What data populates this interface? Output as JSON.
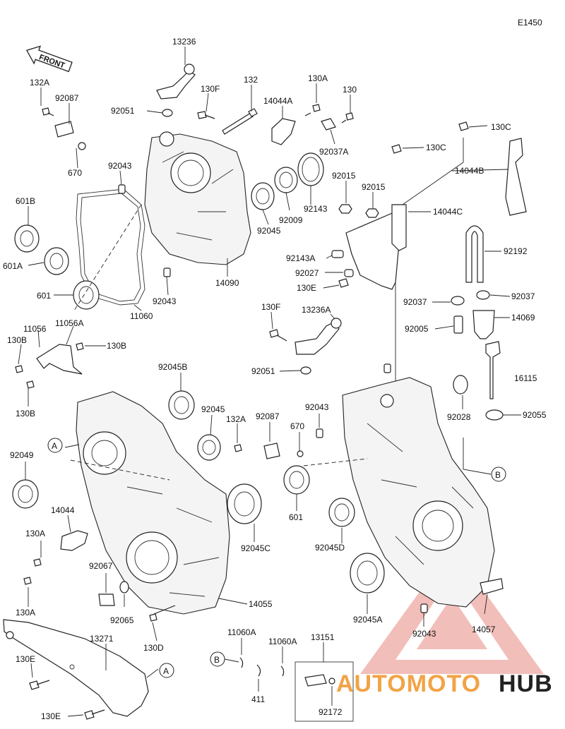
{
  "diagram_code": "E1450",
  "front_label": "FRONT",
  "brand": {
    "part1": "AUTOMOTO",
    "part2": "HUB",
    "color_accent": "#e03a2f",
    "color_orange": "#f2a347"
  },
  "parts": {
    "p13236": "13236",
    "p132A_top": "132A",
    "p92087_top": "92087",
    "p670_top": "670",
    "p130F_top": "130F",
    "p92051_top": "92051",
    "p132": "132",
    "p130A_top": "130A",
    "p130_top": "130",
    "p14044A": "14044A",
    "p92037A": "92037A",
    "p130C_r": "130C",
    "p130C_m": "130C",
    "p14044B": "14044B",
    "p92043_a": "92043",
    "p92015_a": "92015",
    "p92015_b": "92015",
    "p14044C": "14044C",
    "p92143": "92143",
    "p92009": "92009",
    "p92045_top": "92045",
    "p601B": "601B",
    "p601A": "601A",
    "p601_left": "601",
    "p11060": "11060",
    "p92043_b": "92043",
    "p14090": "14090",
    "p92143A": "92143A",
    "p92027": "92027",
    "p130E_m": "130E",
    "p92192": "92192",
    "p92037_l": "92037",
    "p92037_r": "92037",
    "p14069": "14069",
    "p92005": "92005",
    "p130F_mid": "130F",
    "p13236A": "13236A",
    "p11056": "11056",
    "p11056A": "11056A",
    "p130B_a": "130B",
    "p130B_b": "130B",
    "p130B_c": "130B",
    "p92051_mid": "92051",
    "p16115": "16115",
    "p92045B": "92045B",
    "p92045_mid": "92045",
    "p132A_mid": "132A",
    "p92087_mid": "92087",
    "p670_mid": "670",
    "p92043_c": "92043",
    "p92028": "92028",
    "p92055": "92055",
    "p92049": "92049",
    "p601_mid": "601",
    "p92045D": "92045D",
    "p92045C": "92045C",
    "p14044": "14044",
    "p130A_l1": "130A",
    "p130A_l2": "130A",
    "p92067": "92067",
    "p92065": "92065",
    "p14055": "14055",
    "p92045A": "92045A",
    "p92043_d": "92043",
    "p14057": "14057",
    "p130D": "130D",
    "p11060A_a": "11060A",
    "p11060A_b": "11060A",
    "p13151": "13151",
    "p13271": "13271",
    "p130E_l1": "130E",
    "p130E_l2": "130E",
    "p411": "411",
    "p92172": "92172"
  },
  "callouts": {
    "A_left": "A",
    "A_bottom": "A",
    "B_right": "B",
    "B_bottom": "B"
  }
}
